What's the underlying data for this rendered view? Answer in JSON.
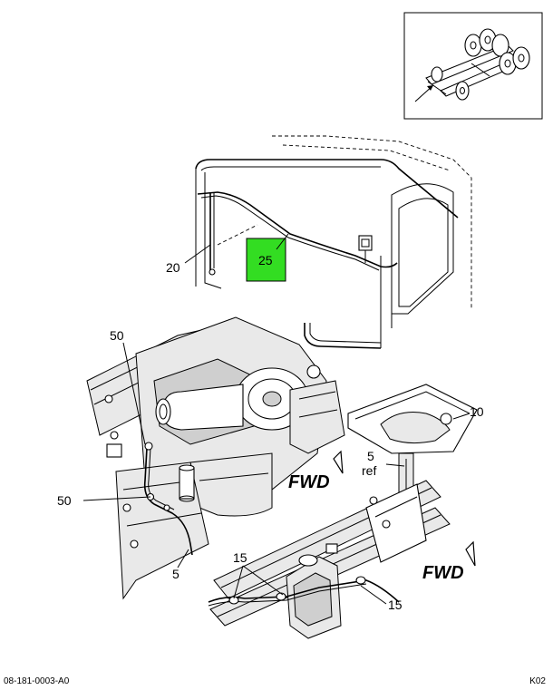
{
  "callouts": {
    "c20": "20",
    "c25": "25",
    "c50_top": "50",
    "c50_left": "50",
    "c10": "10",
    "c5_ref_num": "5",
    "c5_ref_word": "ref",
    "c5_bottom": "5",
    "c15_top": "15",
    "c15_right": "15"
  },
  "fwd_upper": "FWD",
  "fwd_lower": "FWD",
  "highlight_color": "#33dd22",
  "footer": {
    "left": "08-181-0003-A0",
    "right": "K02"
  }
}
